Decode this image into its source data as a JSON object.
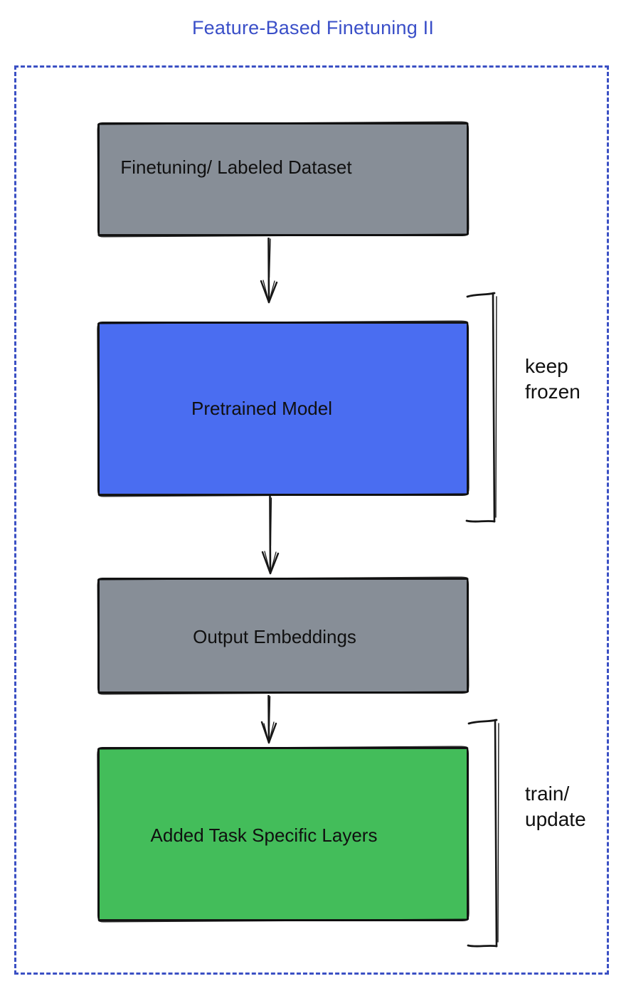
{
  "page": {
    "title": "Feature-Based Finetuning II"
  },
  "flow": {
    "nodes": [
      {
        "label": "Finetuning/ Labeled Dataset",
        "fill": "#878e97"
      },
      {
        "label": "Pretrained Model",
        "fill": "#4a6df1"
      },
      {
        "label": "Output Embeddings",
        "fill": "#878e97"
      },
      {
        "label": "Added Task Specific Layers",
        "fill": "#43bd5a"
      }
    ],
    "annotations": [
      {
        "applies_to": "Pretrained Model",
        "lines": [
          "keep",
          "frozen"
        ]
      },
      {
        "applies_to": "Added Task Specific Layers",
        "lines": [
          "train/",
          "update"
        ]
      }
    ]
  },
  "colors": {
    "title": "#3a4fc8",
    "frame_border": "#3b50c4",
    "node_stroke": "#161616",
    "node_gray": "#878e97",
    "node_blue": "#4a6df1",
    "node_green": "#43bd5a",
    "text": "#101010"
  }
}
